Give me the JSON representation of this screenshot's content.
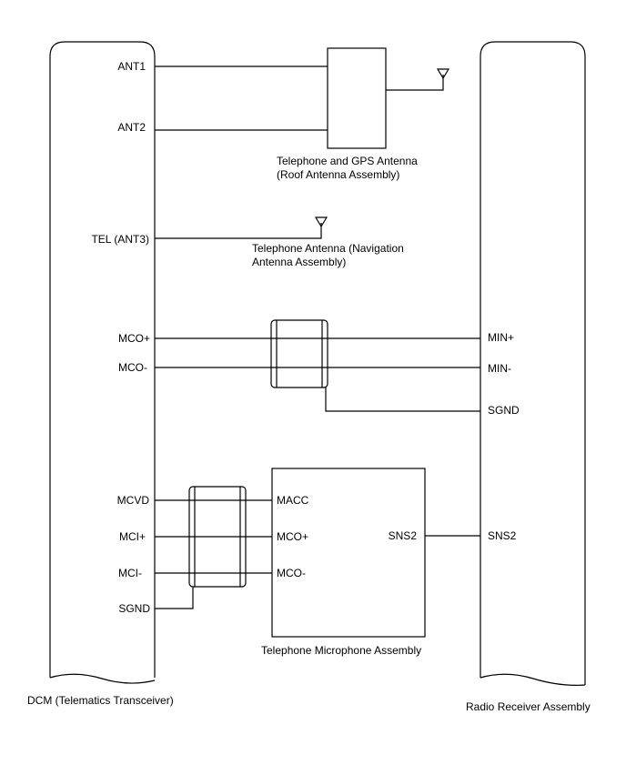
{
  "components": {
    "dcm": {
      "name": "DCM (Telematics Transceiver)",
      "pins": [
        "ANT1",
        "ANT2",
        "TEL (ANT3)",
        "MCO+",
        "MCO-",
        "MCVD",
        "MCI+",
        "MCI-",
        "SGND"
      ]
    },
    "radio_receiver": {
      "name": "Radio Receiver Assembly",
      "pins": [
        "MIN+",
        "MIN-",
        "SGND",
        "SNS2"
      ]
    },
    "roof_antenna": {
      "name_line1": "Telephone and GPS Antenna",
      "name_line2": "(Roof Antenna Assembly)"
    },
    "nav_antenna": {
      "name_line1": "Telephone Antenna (Navigation",
      "name_line2": "Antenna Assembly)"
    },
    "microphone": {
      "name": "Telephone Microphone Assembly",
      "pins": [
        "MACC",
        "MCO+",
        "MCO-",
        "SNS2"
      ]
    }
  }
}
